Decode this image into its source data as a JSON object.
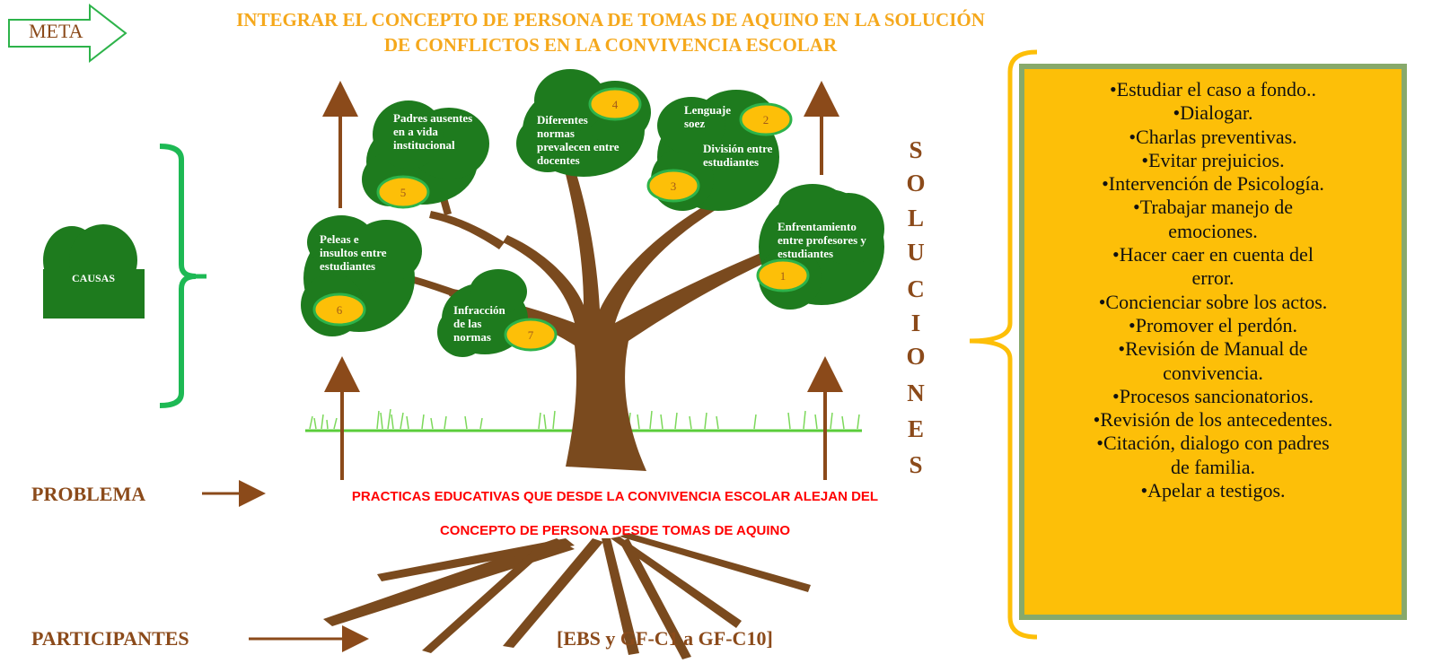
{
  "meta": {
    "label": "META",
    "title_line1": "INTEGRAR EL CONCEPTO DE PERSONA DE TOMAS DE AQUINO EN LA SOLUCIÓN",
    "title_line2": "DE CONFLICTOS EN LA CONVIVENCIA ESCOLAR"
  },
  "causas": {
    "label": "CAUSAS"
  },
  "causes": [
    {
      "num": "1",
      "text": "Enfrentamiento entre profesores y estudiantes"
    },
    {
      "num": "2",
      "text": "Lenguaje soez"
    },
    {
      "num": "3",
      "text": "División entre estudiantes"
    },
    {
      "num": "4",
      "text": "Diferentes normas prevalecen entre docentes"
    },
    {
      "num": "5",
      "text": "Padres ausentes en a vida institucional"
    },
    {
      "num": "6",
      "text": "Peleas e insultos entre estudiantes"
    },
    {
      "num": "7",
      "text": "Infracción de las normas"
    }
  ],
  "soluciones": {
    "letters": [
      "S",
      "O",
      "L",
      "U",
      "C",
      "I",
      "O",
      "N",
      "E",
      "S"
    ],
    "items": [
      "•Estudiar el caso a fondo..",
      "•Dialogar.",
      "•Charlas preventivas.",
      "•Evitar prejuicios.",
      "•Intervención de Psicología.",
      "•Trabajar manejo de",
      "emociones.",
      "•Hacer caer en cuenta del",
      "error.",
      "•Concienciar sobre los actos.",
      "•Promover el perdón.",
      "•Revisión de Manual de",
      "convivencia.",
      "•Procesos sancionatorios.",
      "•Revisión de los antecedentes.",
      "•Citación, dialogo con padres",
      "de familia.",
      "•Apelar a testigos."
    ]
  },
  "problema": {
    "label": "PROBLEMA",
    "text_line1": "PRACTICAS EDUCATIVAS QUE DESDE LA CONVIVENCIA ESCOLAR  ALEJAN DEL",
    "text_line2": "CONCEPTO DE PERSONA DESDE TOMAS DE AQUINO"
  },
  "participantes": {
    "label": "PARTICIPANTES",
    "text": "[EBS y  GF-C1  a  GF-C10]"
  },
  "colors": {
    "foliage": "#1E7B1E",
    "trunk": "#7A4A1E",
    "badge": "#FDBF08",
    "bracket_green": "#1DB954",
    "bracket_yellow": "#FDBF08",
    "problem_red": "#FF0000",
    "title_orange": "#F5A81C"
  }
}
